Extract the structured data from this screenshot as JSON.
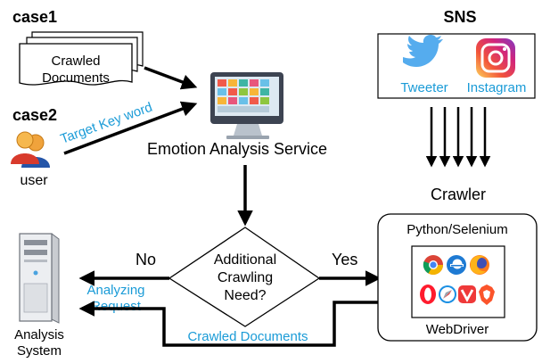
{
  "case1": {
    "title": "case1",
    "doc_line1": "Crawled",
    "doc_line2": "Documents"
  },
  "case2": {
    "title": "case2",
    "arrow_label": "Target Key word",
    "user_label": "user"
  },
  "service": {
    "label": "Emotion Analysis Service"
  },
  "decision": {
    "line1": "Additional",
    "line2": "Crawling",
    "line3": "Need?",
    "no_label": "No",
    "yes_label": "Yes"
  },
  "sns": {
    "title": "SNS",
    "twitter_label": "Tweeter",
    "instagram_label": "Instagram"
  },
  "crawler": {
    "title": "Crawler",
    "engine_label": "Python/Selenium",
    "driver_label": "WebDriver"
  },
  "analysis": {
    "request_line1": "Analyzing",
    "request_line2": "Request",
    "system_line1": "Analysis",
    "system_line2": "System"
  },
  "flow": {
    "return_label": "Crawled Documents"
  },
  "colors": {
    "accent_blue": "#1a9bd7",
    "twitter_blue": "#55acee",
    "line_black": "#000000"
  }
}
